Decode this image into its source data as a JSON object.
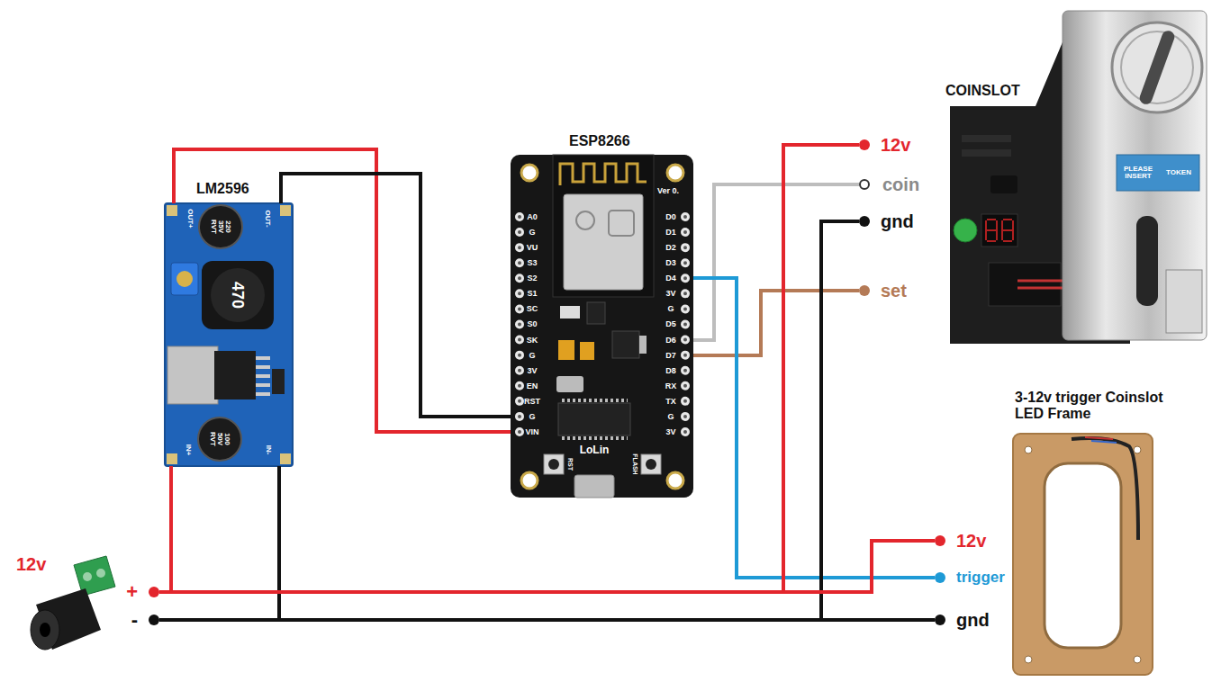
{
  "diagram": {
    "nodes": [
      {
        "text": [
          "LM2596"
        ]
      },
      {
        "text": [
          "ESP8266"
        ]
      },
      {
        "text": [
          "COINSLOT"
        ]
      },
      {
        "text": [
          "3-12v trigger Coinslot LED Frame"
        ]
      },
      {
        "text": [
          "12v"
        ]
      },
      {
        "text": [
          "+"
        ]
      },
      {
        "text": [
          "-"
        ]
      },
      {
        "text": [
          "12v"
        ]
      },
      {
        "text": [
          "coin"
        ]
      },
      {
        "text": [
          "gnd"
        ]
      },
      {
        "text": [
          "set"
        ]
      },
      {
        "text": [
          "12v"
        ]
      },
      {
        "text": [
          "trigger"
        ]
      },
      {
        "text": [
          "gnd"
        ]
      }
    ],
    "edges": [
      {
        "from": 5,
        "to": 0,
        "arrow": "none"
      },
      {
        "from": 6,
        "to": 0,
        "arrow": "none"
      },
      {
        "from": 0,
        "to": 1,
        "arrow": "none"
      },
      {
        "from": 0,
        "to": 1,
        "arrow": "none"
      },
      {
        "from": 1,
        "to": 8,
        "arrow": "none"
      },
      {
        "from": 1,
        "to": 10,
        "arrow": "none"
      },
      {
        "from": 1,
        "to": 12,
        "arrow": "none"
      },
      {
        "from": 5,
        "to": 7,
        "arrow": "none"
      },
      {
        "from": 6,
        "to": 9,
        "arrow": "none"
      },
      {
        "from": 5,
        "to": 11,
        "arrow": "none"
      },
      {
        "from": 6,
        "to": 13,
        "arrow": "none"
      }
    ],
    "labels": [
      "A0",
      "G",
      "VU",
      "S3",
      "S2",
      "S1",
      "SC",
      "S0",
      "SK",
      "G",
      "3V",
      "EN",
      "RST",
      "G",
      "VIN",
      "D0",
      "D1",
      "D2",
      "D3",
      "D4",
      "3V",
      "G",
      "D5",
      "D6",
      "D7",
      "D8",
      "RX",
      "TX",
      "G",
      "3V",
      "OUT+",
      "OUT-",
      "IN+",
      "IN-",
      "220 35V RVT",
      "100 50V RVT",
      "470",
      "Ver 0.",
      "LoLin",
      "RST",
      "FLASH",
      "PLEASE INSERT",
      "TOKEN"
    ]
  }
}
